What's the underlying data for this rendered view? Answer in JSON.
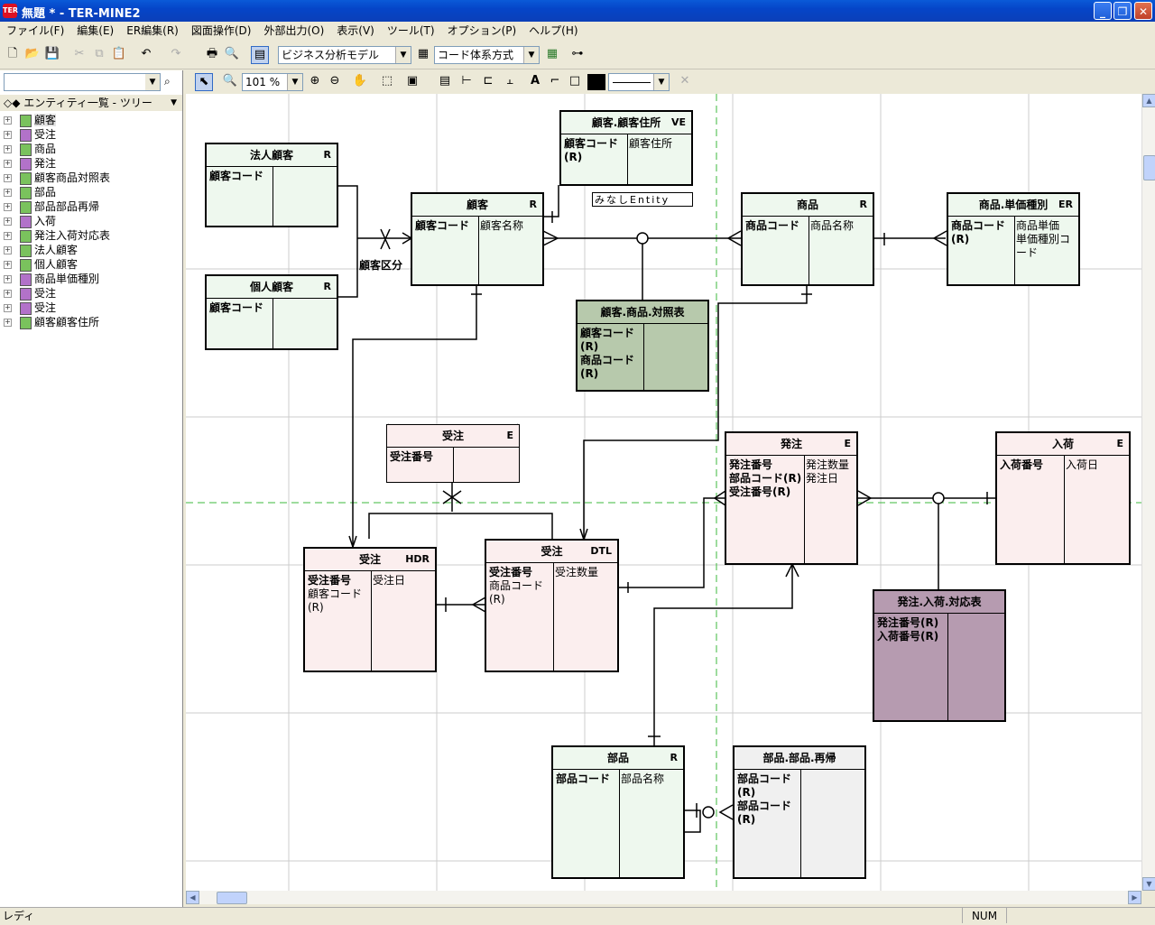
{
  "window": {
    "title": "無題 * - TER-MINE2",
    "icon_label": "TER"
  },
  "menu": [
    "ファイル(F)",
    "編集(E)",
    "ER編集(R)",
    "図面操作(D)",
    "外部出力(O)",
    "表示(V)",
    "ツール(T)",
    "オプション(P)",
    "ヘルプ(H)"
  ],
  "toolbar": {
    "model_combo": "ビジネス分析モデル",
    "code_combo": "コード体系方式"
  },
  "diagram_toolbar": {
    "zoom": "101 %"
  },
  "left": {
    "search_value": "",
    "tree_header": "エンティティ一覧 - ツリー",
    "items": [
      {
        "label": "顧客",
        "color": "#7ac25d"
      },
      {
        "label": "受注",
        "color": "#b272c9"
      },
      {
        "label": "商品",
        "color": "#7ac25d"
      },
      {
        "label": "発注",
        "color": "#b272c9"
      },
      {
        "label": "顧客商品対照表",
        "color": "#7ac25d"
      },
      {
        "label": "部品",
        "color": "#7ac25d"
      },
      {
        "label": "部品部品再帰",
        "color": "#7ac25d"
      },
      {
        "label": "入荷",
        "color": "#b272c9"
      },
      {
        "label": "発注入荷対応表",
        "color": "#7ac25d"
      },
      {
        "label": "法人顧客",
        "color": "#7ac25d"
      },
      {
        "label": "個人顧客",
        "color": "#7ac25d"
      },
      {
        "label": "商品単価種別",
        "color": "#b272c9"
      },
      {
        "label": "受注",
        "color": "#b272c9"
      },
      {
        "label": "受注",
        "color": "#b272c9"
      },
      {
        "label": "顧客顧客住所",
        "color": "#7ac25d"
      }
    ]
  },
  "entities": {
    "hojin": {
      "name": "法人顧客",
      "tag": "R",
      "keys": "顧客コード",
      "attrs": ""
    },
    "kojin": {
      "name": "個人顧客",
      "tag": "R",
      "keys": "顧客コード",
      "attrs": ""
    },
    "kokyaku_jusho": {
      "name": "顧客.顧客住所",
      "tag": "VE",
      "keys": "顧客コード\n(R)",
      "attrs": "顧客住所"
    },
    "kokyaku": {
      "name": "顧客",
      "tag": "R",
      "keys": "顧客コード",
      "attrs": "顧客名称"
    },
    "shohin": {
      "name": "商品",
      "tag": "R",
      "keys": "商品コード",
      "attrs": "商品名称"
    },
    "tanka": {
      "name": "商品.単価種別",
      "tag": "ER",
      "keys": "商品コード\n(R)",
      "attrs": "商品単価\n単価種別コ\nード"
    },
    "taisho": {
      "name": "顧客.商品.対照表",
      "tag": "",
      "keys": "顧客コード\n(R)\n商品コード\n(R)",
      "attrs": ""
    },
    "juchu_e": {
      "name": "受注",
      "tag": "E",
      "keys": "受注番号",
      "attrs": ""
    },
    "hatchu": {
      "name": "発注",
      "tag": "E",
      "keys": "発注番号\n部品コード(R)\n受注番号(R)",
      "attrs": "発注数量\n発注日"
    },
    "nyuka": {
      "name": "入荷",
      "tag": "E",
      "keys": "入荷番号",
      "attrs": "入荷日"
    },
    "juchu_hdr": {
      "name": "受注",
      "tag": "HDR",
      "keys": "受注番号\n顧客コード\n(R)",
      "attrs": "受注日"
    },
    "juchu_dtl": {
      "name": "受注",
      "tag": "DTL",
      "keys": "受注番号\n商品コード\n(R)",
      "attrs": "受注数量"
    },
    "hatchu_nyuka": {
      "name": "発注.入荷.対応表",
      "tag": "",
      "keys": "発注番号(R)\n入荷番号(R)",
      "attrs": ""
    },
    "buhin": {
      "name": "部品",
      "tag": "R",
      "keys": "部品コード",
      "attrs": "部品名称"
    },
    "buhin_saiki": {
      "name": "部品.部品.再帰",
      "tag": "",
      "keys": "部品コード\n(R)\n部品コード\n(R)",
      "attrs": ""
    }
  },
  "labels": {
    "kokyaku_kubun": "顧客区分",
    "minashi": "みなしEntity"
  },
  "status": {
    "left": "レディ",
    "num": "NUM"
  }
}
